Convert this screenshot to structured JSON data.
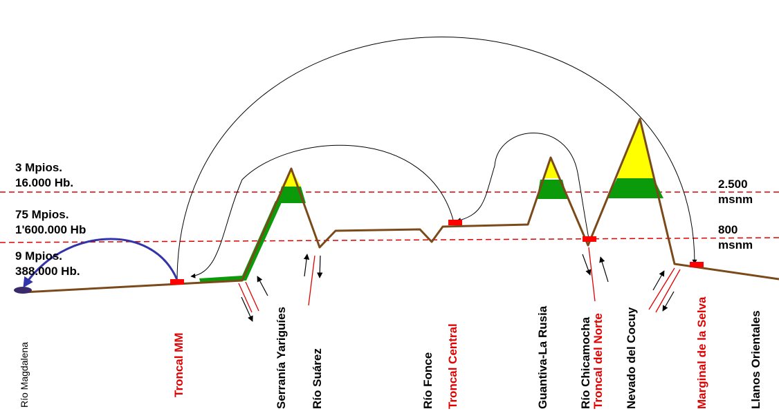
{
  "stats": [
    {
      "municipios": "3 Mpios.",
      "habitantes": "16.000 Hb."
    },
    {
      "municipios": "75 Mpios.",
      "habitantes": "1'600.000 Hb"
    },
    {
      "municipios": "9 Mpios.",
      "habitantes": "388.000 Hb."
    }
  ],
  "altitudes": [
    {
      "value": "2.500",
      "unit": "msnm"
    },
    {
      "value": "800",
      "unit": "msnm"
    }
  ],
  "places": {
    "rio_magdalena": "Río Magdalena",
    "troncal_mm": "Troncal MM",
    "serrania_yariguies": "Serranía Yariguíes",
    "rio_suarez": "Río Suárez",
    "rio_fonce": "Río Fonce",
    "troncal_central": "Troncal Central",
    "guantiva": "Guantiva-La Rusia",
    "rio_chicamocha": "Río Chicamocha",
    "troncal_norte": "Troncal del Norte",
    "nevado_cocuy": "Nevado del Cocuy",
    "marginal_selva": "Marginal de la Selva",
    "llanos": "Llanos Orientales"
  },
  "colors": {
    "profile": "#7a4a1a",
    "forest": "#0a9a0a",
    "paramo": "#ffff00",
    "road_marker": "#ff0000",
    "highlight_text": "#e00000",
    "river_arrow": "#3333aa"
  }
}
